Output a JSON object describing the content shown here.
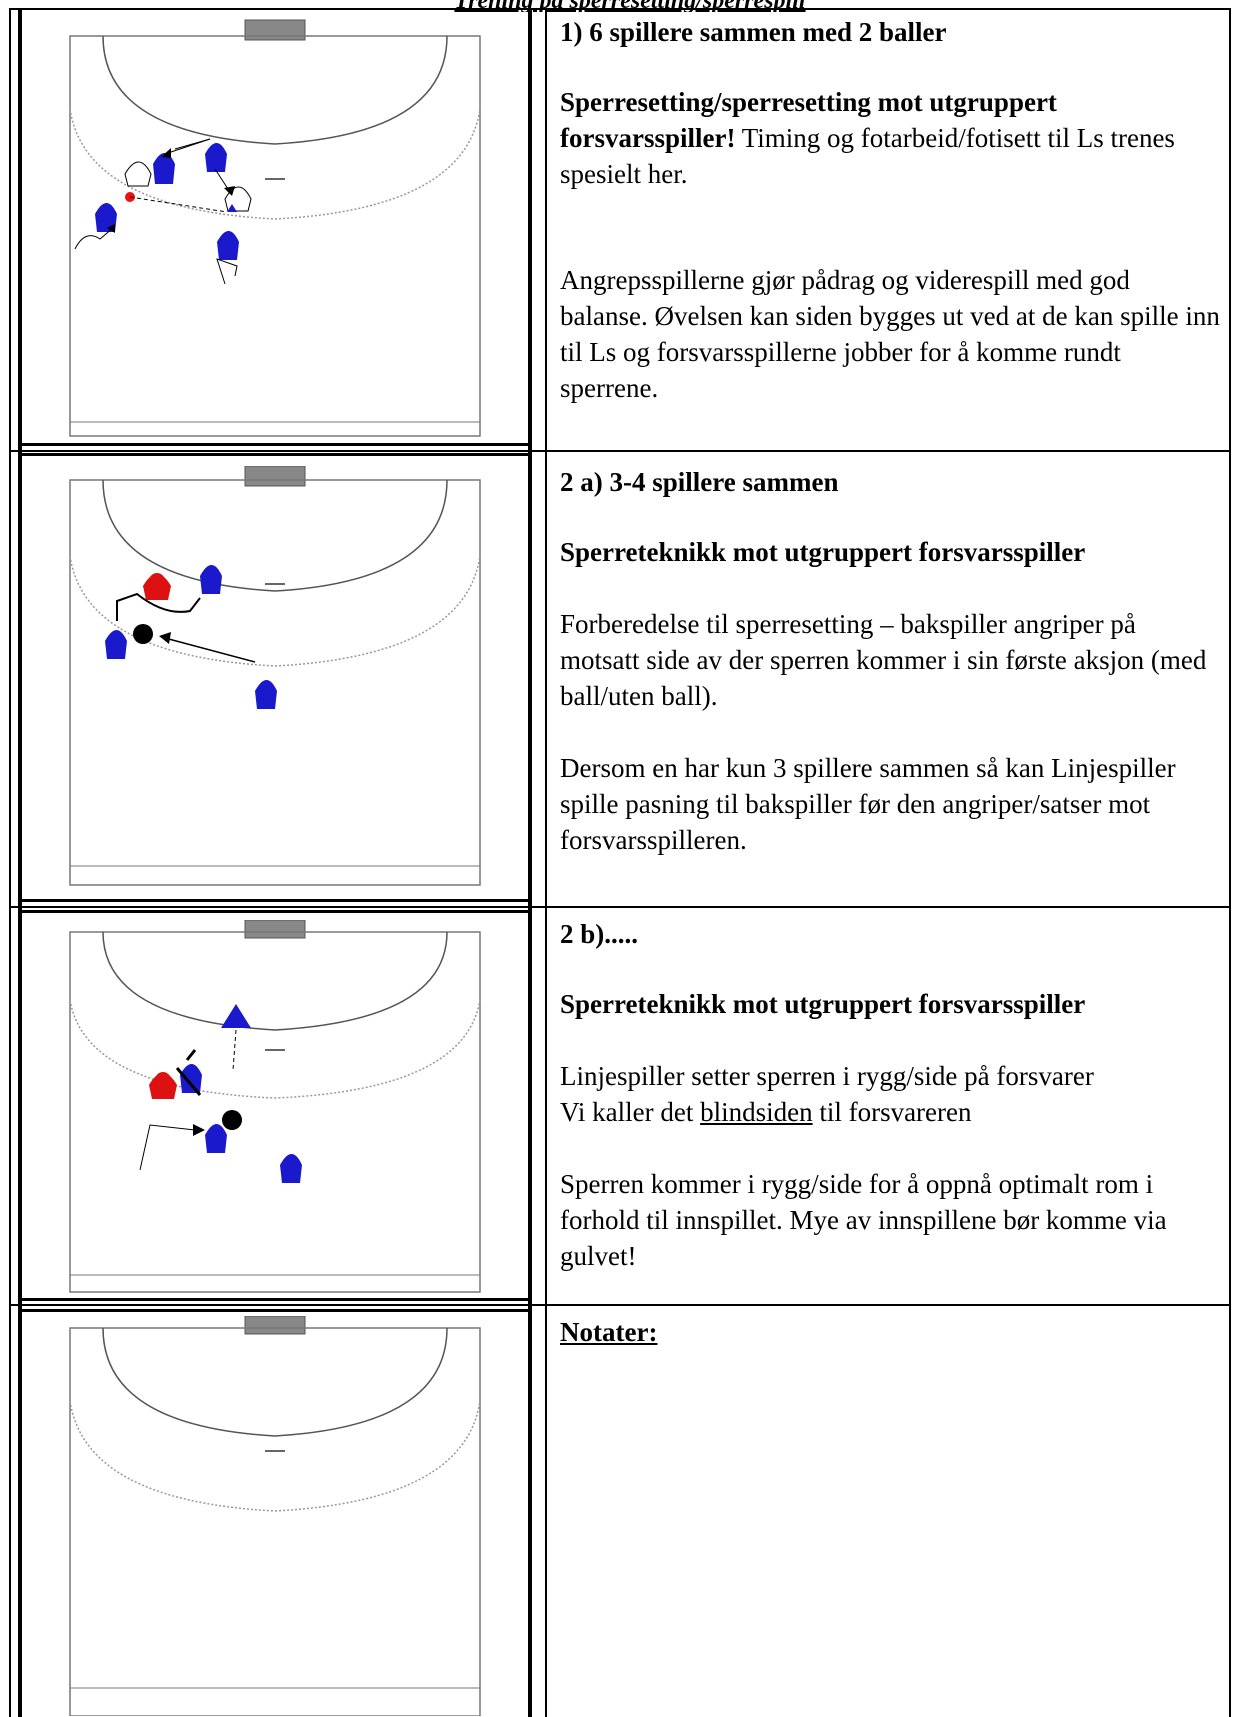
{
  "header": {
    "title": "Trening på sperresetting/sperrespill"
  },
  "exercises": [
    {
      "title": "1) 6 spillere sammen med 2 baller",
      "subtitle_bold": "Sperresetting/sperresetting mot utgruppert forsvarsspiller!",
      "subtitle_rest": " Timing og fotarbeid/fotisett til Ls trenes spesielt her.",
      "paragraph": "Angrepsspillerne gjør pådrag og viderespill med god balanse. Øvelsen kan siden bygges ut ved at de kan spille inn til Ls og forsvarsspillerne jobber for å komme rundt sperrene."
    },
    {
      "title": "2 a) 3-4 spillere sammen",
      "subtitle_bold": "Sperreteknikk mot utgruppert forsvarsspiller",
      "paragraph1": "Forberedelse til sperresetting – bakspiller angriper på motsatt side av der sperren kommer i sin første aksjon (med ball/uten ball).",
      "paragraph2": "Dersom en har kun 3 spillere sammen så kan Linjespiller spille pasning til bakspiller før den angriper/satser mot forsvarsspilleren."
    },
    {
      "title": "2 b).....",
      "subtitle_bold": "Sperreteknikk mot utgruppert forsvarsspiller",
      "line1": "Linjespiller setter sperren i rygg/side på forsvarer",
      "line2_pre": "Vi kaller det ",
      "line2_underlined": "blindsiden",
      "line2_post": " til forsvareren",
      "paragraph2": "Sperren kommer i rygg/side for å oppnå optimalt rom i forhold til innspillet. Mye av innspillene bør komme via gulvet!"
    },
    {
      "title": "Notater:"
    }
  ],
  "colors": {
    "attacker": "#1a1acc",
    "defender_red": "#dd1111",
    "defender_white": "#ffffff",
    "ball_black": "#000000",
    "ball_red": "#ee1111",
    "goal": "#888888",
    "court_line": "#555555"
  }
}
